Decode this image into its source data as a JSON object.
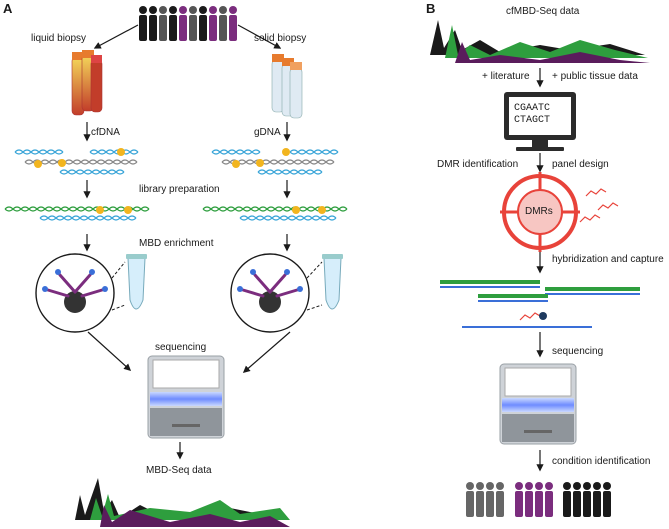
{
  "panel_a": {
    "letter": "A",
    "liquid_biopsy": "liquid biopsy",
    "solid_biopsy": "solid biopsy",
    "cfdna": "cfDNA",
    "gdna": "gDNA",
    "library_preparation": "library preparation",
    "mbd_enrichment": "MBD enrichment",
    "sequencing": "sequencing",
    "mbd_seq_data": "MBD-Seq data"
  },
  "panel_b": {
    "letter": "B",
    "cfmbd_seq_data": "cfMBD-Seq data",
    "plus_literature": "+ literature",
    "plus_public_tissue": "+ public tissue data",
    "screen_line1": "CGAATC",
    "screen_line2": "CTAGCT",
    "dmr_identification": "DMR identification",
    "panel_design": "panel design",
    "dmrs": "DMRs",
    "hybridization_capture": "hybridization and capture",
    "sequencing": "sequencing",
    "condition_identification": "condition identification"
  },
  "colors": {
    "purple": "#7b2d7e",
    "dark_purple": "#5a1c5c",
    "green": "#2e9e3e",
    "black": "#1a1a1a",
    "gray": "#555555",
    "blue_dna": "#3aa5d8",
    "red_target": "#e8433a",
    "orange_tube": "#e77b2e",
    "methyl_yellow": "#f2b51f"
  }
}
